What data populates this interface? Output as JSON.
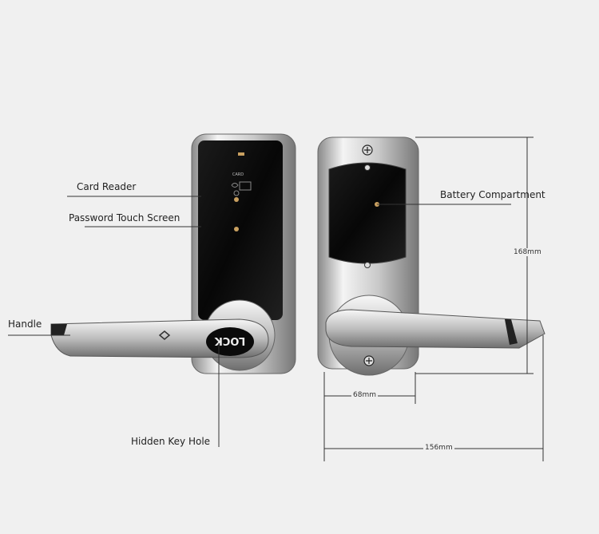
{
  "labels": {
    "card_reader": "Card Reader",
    "password_touch_screen": "Password Touch Screen",
    "handle": "Handle",
    "hidden_key_hole": "Hidden Key Hole",
    "battery_compartment": "Battery Compartment"
  },
  "device_text": {
    "card": "CARD",
    "lock": "LOCK"
  },
  "dimensions": {
    "height": "168mm",
    "back_width": "68mm",
    "total_width": "156mm"
  }
}
